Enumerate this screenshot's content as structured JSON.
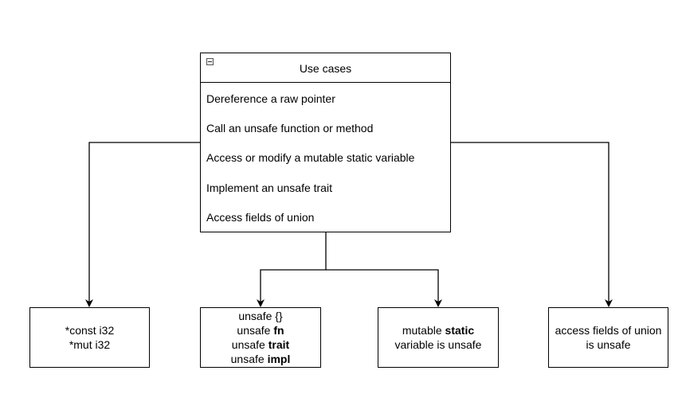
{
  "use_cases": {
    "title": "Use cases",
    "items": [
      "Dereference a raw pointer",
      "Call an unsafe function or method",
      "Access or modify a mutable static variable",
      "Implement an unsafe trait",
      "Access fields of union"
    ]
  },
  "boxes": {
    "pointers": {
      "line1": "*const i32",
      "line2": "*mut i32"
    },
    "unsafe_keywords": {
      "block": "unsafe {}",
      "fn_prefix": "unsafe ",
      "fn_kw": "fn",
      "trait_prefix": "unsafe ",
      "trait_kw": "trait",
      "impl_prefix": "unsafe ",
      "impl_kw": "impl"
    },
    "mutable_static": {
      "prefix": "mutable ",
      "kw": "static",
      "line2": "variable is unsafe"
    },
    "union": {
      "line1": "access fields of union",
      "line2": "is unsafe"
    }
  },
  "colors": {
    "stroke": "#000000",
    "background": "#ffffff"
  }
}
